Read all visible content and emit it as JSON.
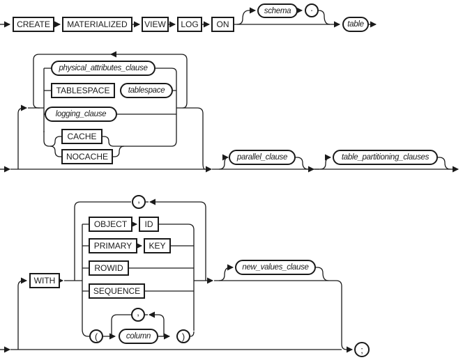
{
  "diagram": {
    "colors": {
      "line": "#1a1a1a",
      "background": "#ffffff",
      "box_fill": "#ffffff"
    },
    "row1": {
      "create": "CREATE",
      "materialized": "MATERIALIZED",
      "view": "VIEW",
      "log": "LOG",
      "on": "ON",
      "schema": "schema",
      "dot": ".",
      "table": "table"
    },
    "row2": {
      "physical_attributes_clause": "physical_attributes_clause",
      "tablespace_keyword": "TABLESPACE",
      "tablespace": "tablespace",
      "logging_clause": "logging_clause",
      "cache": "CACHE",
      "nocache": "NOCACHE",
      "parallel_clause": "parallel_clause",
      "table_partitioning_clauses": "table_partitioning_clauses"
    },
    "row3": {
      "with": "WITH",
      "object": "OBJECT",
      "id": "ID",
      "primary": "PRIMARY",
      "key": "KEY",
      "rowid": "ROWID",
      "sequence": "SEQUENCE",
      "open_paren": "(",
      "column": "column",
      "close_paren": ")",
      "comma_outer": ",",
      "comma_inner": ",",
      "new_values_clause": "new_values_clause",
      "semicolon": ";"
    }
  }
}
